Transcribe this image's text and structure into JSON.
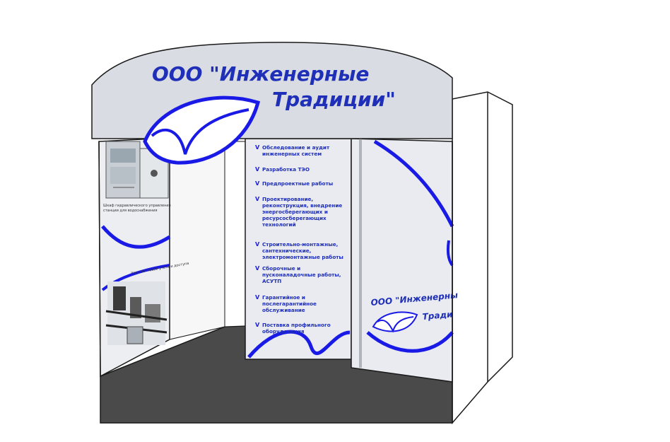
{
  "colors": {
    "brand_blue": "#1a1ae6",
    "panel_grey": "#d9dce3",
    "panel_light": "#e9ebf0",
    "floor": "#4a4a4a",
    "outline": "#1a1a1a",
    "text_blue": "#1f2fb8"
  },
  "header": {
    "line1": "ООО \"Инженерные",
    "line2": "Традиции\""
  },
  "services": [
    {
      "lines": [
        "Обследование и аудит",
        "инженерных систем"
      ]
    },
    {
      "lines": [
        "Разработка ТЭО"
      ]
    },
    {
      "lines": [
        "Предпроектные работы"
      ]
    },
    {
      "lines": [
        "Проектирование,",
        "реконструкция, внедрение",
        "энергосберегающих и",
        "ресурсосберегающих",
        "технологий"
      ]
    },
    {
      "lines": [
        "Строительно-монтажные,",
        "сантехнические,",
        "электромонтажные работы"
      ]
    },
    {
      "lines": [
        "Сборочные и",
        "пусконаладочные работы,",
        "АСУТП"
      ]
    },
    {
      "lines": [
        "Гарантийное и",
        "послегарантийное",
        "обслуживание"
      ]
    },
    {
      "lines": [
        "Поставка профильного",
        "оборудования"
      ]
    }
  ],
  "bullet_glyph": "V",
  "left_panel": {
    "caption_top": "Шкаф гидравлического управления",
    "caption_top2": "станции для водоснабжения",
    "caption_bottom": "Узел тепловой учёта и доступа"
  },
  "right_panel": {
    "line1": "ООО \"Инженерны",
    "line2": "Тради"
  },
  "icons": [
    "brand-leaf-logo-icon",
    "checkmark-bullet-icon",
    "electrical-cabinet-icon",
    "pump-station-icon"
  ]
}
